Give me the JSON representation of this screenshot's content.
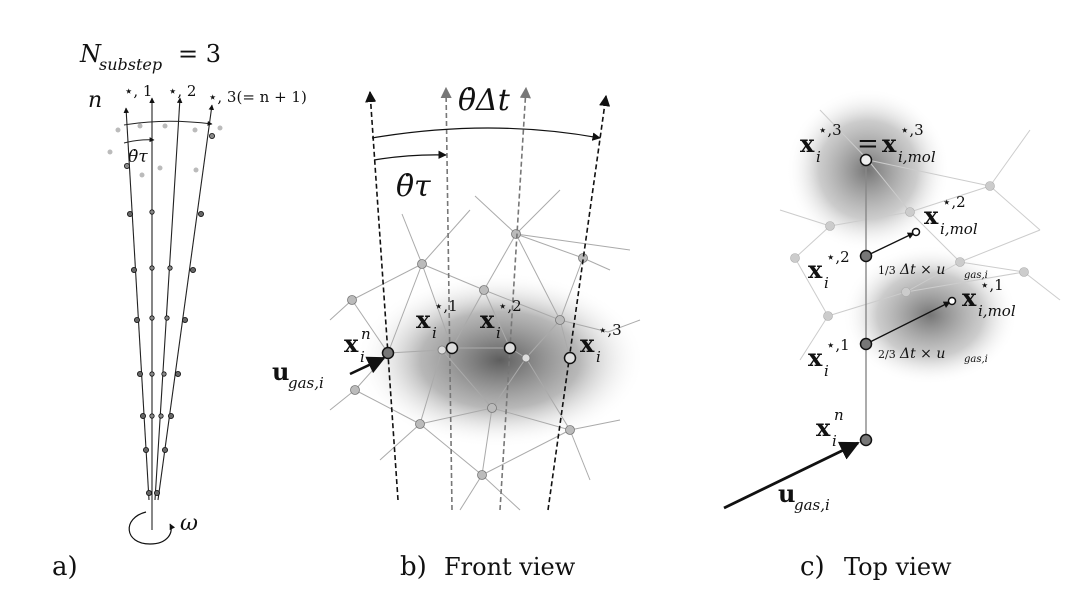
{
  "panel_a": {
    "title_lhs": "N",
    "title_sub": "substep",
    "title_rhs": "= 3",
    "label_n": "n",
    "label_s1": "⋆, 1",
    "label_s2": "⋆, 2",
    "label_s3": "⋆, 3(= n + 1)",
    "label_theta_tau": "θ̇τ",
    "label_omega": "ω",
    "caption": "a)"
  },
  "panel_b": {
    "label_theta_dt": "θ̇Δt",
    "label_theta_tau": "θ̇τ",
    "x_n_base": "x",
    "x_n_sub": "i",
    "x_n_sup": "n",
    "x1_base": "x",
    "x1_sub": "i",
    "x1_sup": "⋆,1",
    "x2_base": "x",
    "x2_sub": "i",
    "x2_sup": "⋆,2",
    "x3_base": "x",
    "x3_sub": "i",
    "x3_sup": "⋆,3",
    "u_base": "u",
    "u_sub": "gas,i",
    "caption_letter": "b)",
    "caption_text": "Front view"
  },
  "panel_c": {
    "x3_base": "x",
    "x3_sub": "i",
    "x3_sup": "⋆,3",
    "x3_eq": "=",
    "x3mol_base": "x",
    "x3mol_sub": "i,mol",
    "x3mol_sup": "⋆,3",
    "x2mol_base": "x",
    "x2mol_sub": "i,mol",
    "x2mol_sup": "⋆,2",
    "x2_base": "x",
    "x2_sub": "i",
    "x2_sup": "⋆,2",
    "step2_frac": "1/3",
    "step2_text": "Δt × u",
    "step2_sub": "gas,i",
    "x1mol_base": "x",
    "x1mol_sub": "i,mol",
    "x1mol_sup": "⋆,1",
    "x1_base": "x",
    "x1_sub": "i",
    "x1_sup": "⋆,1",
    "step1_frac": "2/3",
    "step1_text": "Δt × u",
    "step1_sub": "gas,i",
    "xn_base": "x",
    "xn_sub": "i",
    "xn_sup": "n",
    "u_base": "u",
    "u_sub": "gas,i",
    "caption_letter": "c)",
    "caption_text": "Top view"
  }
}
